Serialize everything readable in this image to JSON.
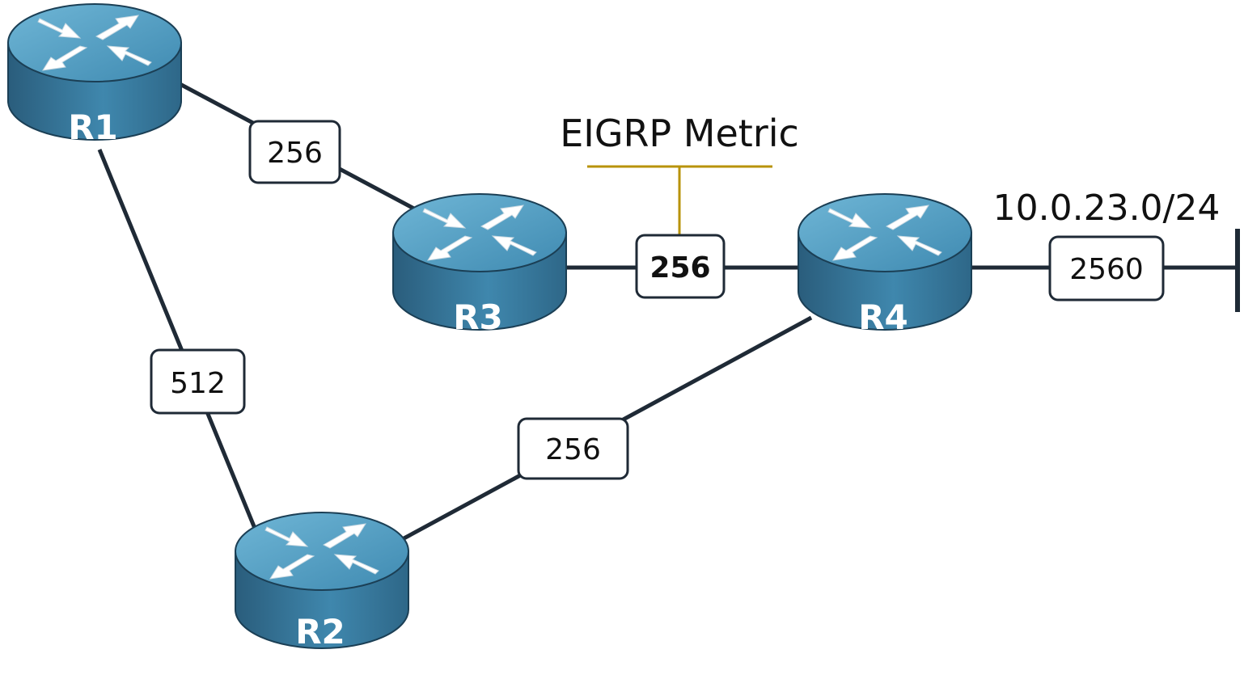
{
  "annotation": {
    "title": "EIGRP Metric"
  },
  "network": {
    "prefix": "10.0.23.0/24"
  },
  "routers": [
    {
      "id": "r1",
      "label": "R1"
    },
    {
      "id": "r3",
      "label": "R3"
    },
    {
      "id": "r4",
      "label": "R4"
    },
    {
      "id": "r2",
      "label": "R2"
    }
  ],
  "links": [
    {
      "id": "r1-r3",
      "metric": "256",
      "highlight": false
    },
    {
      "id": "r3-r4",
      "metric": "256",
      "highlight": true
    },
    {
      "id": "r1-r2",
      "metric": "512",
      "highlight": false
    },
    {
      "id": "r2-r4",
      "metric": "256",
      "highlight": false
    },
    {
      "id": "r4-net",
      "metric": "2560",
      "highlight": false
    }
  ],
  "colors": {
    "link": "#1f2a36",
    "callout": "#b8930a",
    "router_top": "#4e9fc4",
    "router_side": "#2f6f91",
    "box_border": "#1f2a36"
  }
}
